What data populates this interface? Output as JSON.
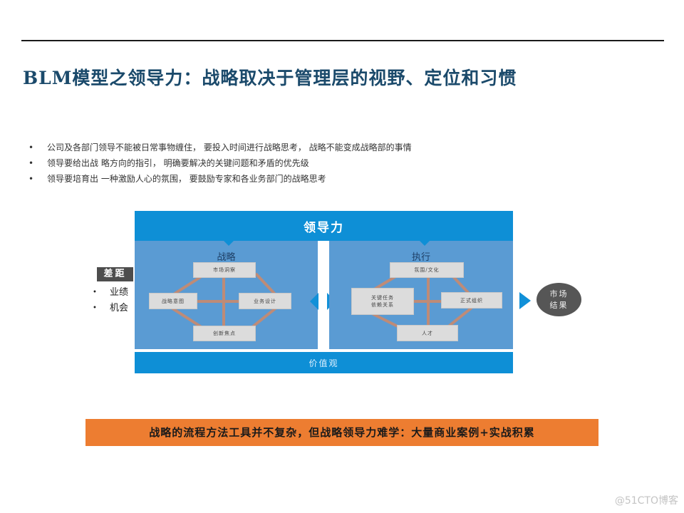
{
  "title": "BLM模型之领导力：战略取决于管理层的视野、定位和习惯",
  "bullets": [
    "公司及各部门领导不能被日常事物缠住， 要投入时间进行战略思考， 战略不能变成战略部的事情",
    "领导要给出战 略方向的指引， 明确要解决的关键问题和矛盾的优先级",
    "领导要培育出 一种激励人心的氛围， 要鼓励专家和各业务部门的战略思考"
  ],
  "bullet_symbol": "•",
  "diagram": {
    "top_label": "领导力",
    "bottom_label": "价值观",
    "strategy": {
      "title": "战略",
      "boxes": {
        "top": "市场洞察",
        "left": "战略意图",
        "right": "业务设计",
        "bottom": "创新焦点"
      }
    },
    "execution": {
      "title": "执行",
      "boxes": {
        "top": "氛围/文化",
        "left_line1": "关键任务",
        "left_line2": "依赖关系",
        "right": "正式组织",
        "bottom": "人才"
      }
    },
    "gap": {
      "label": "差距",
      "items": [
        "业绩",
        "机会"
      ]
    },
    "result": {
      "line1": "市场",
      "line2": "结果"
    },
    "colors": {
      "bar": "#0e8fd6",
      "panel": "#5a9bd3",
      "box": "#dcdcdc",
      "connector": "#c98a6e",
      "gap_label": "#4d4d4d",
      "result_circle": "#565656"
    }
  },
  "banner": "战略的流程方法工具并不复杂，但战略领导力难学：大量商业案例+实战积累",
  "banner_color": "#ed7d31",
  "watermark": "@51CTO博客"
}
